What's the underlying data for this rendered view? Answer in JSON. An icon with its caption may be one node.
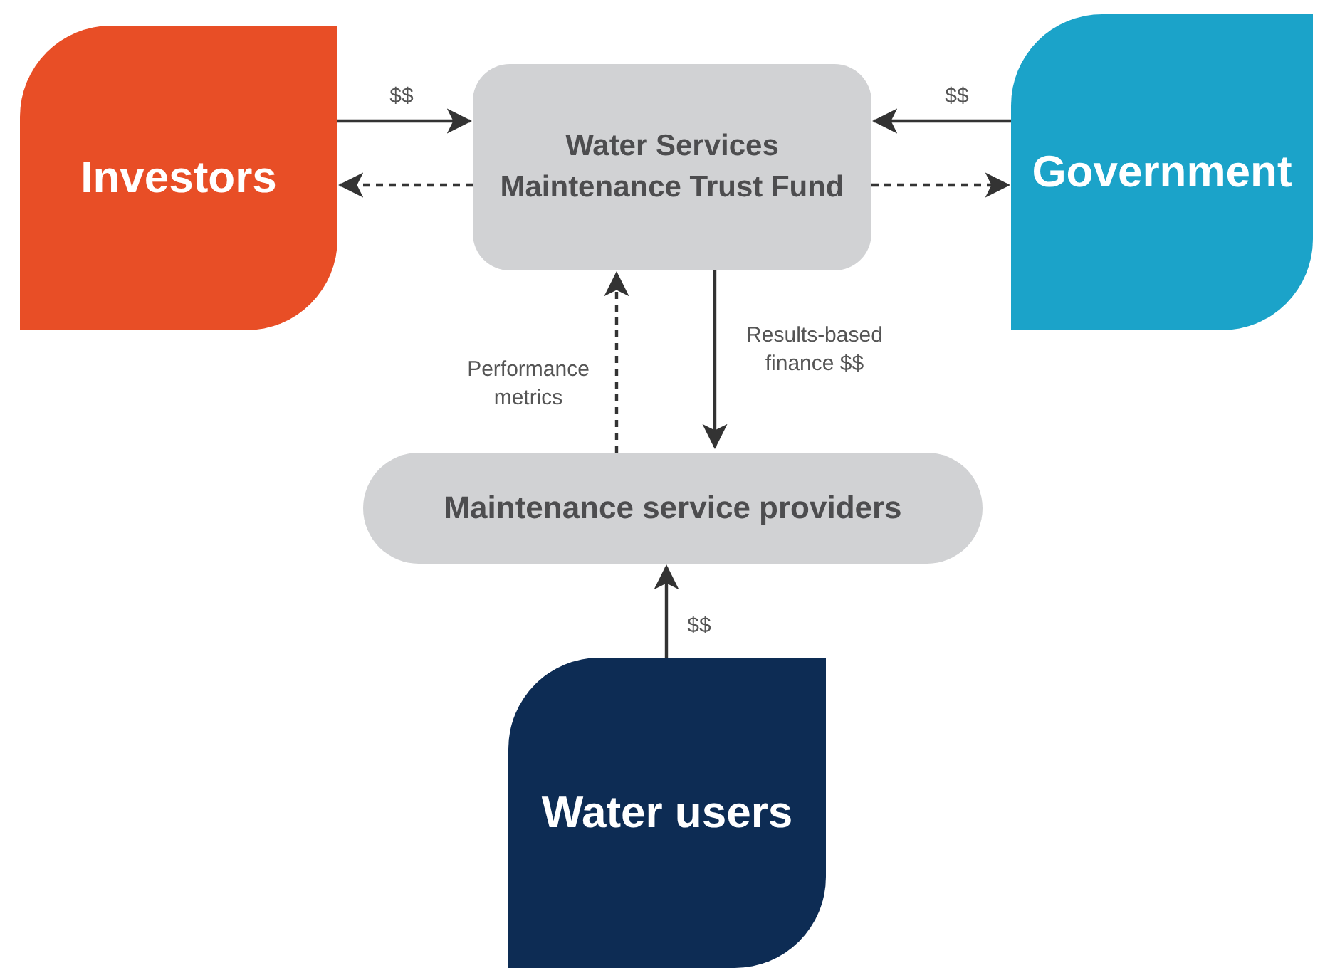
{
  "diagram": {
    "nodes": [
      {
        "text": [
          "Investors"
        ]
      },
      {
        "text": [
          "Water Services Maintenance Trust Fund"
        ]
      },
      {
        "text": [
          "Government"
        ]
      },
      {
        "text": [
          "Maintenance service providers"
        ]
      },
      {
        "text": [
          "Water users"
        ]
      }
    ],
    "edges": [
      {
        "from": 0,
        "to": 1,
        "arrow": "to",
        "label": "$$"
      },
      {
        "from": 1,
        "to": 0,
        "arrow": "to",
        "style": "dashed"
      },
      {
        "from": 2,
        "to": 1,
        "arrow": "to",
        "label": "$$"
      },
      {
        "from": 1,
        "to": 2,
        "arrow": "to",
        "style": "dashed"
      },
      {
        "from": 1,
        "to": 3,
        "arrow": "to",
        "label": "Results-based finance $$"
      },
      {
        "from": 3,
        "to": 1,
        "arrow": "to",
        "style": "dashed",
        "label": "Performance metrics"
      },
      {
        "from": 4,
        "to": 3,
        "arrow": "to",
        "label": "$$"
      }
    ]
  }
}
